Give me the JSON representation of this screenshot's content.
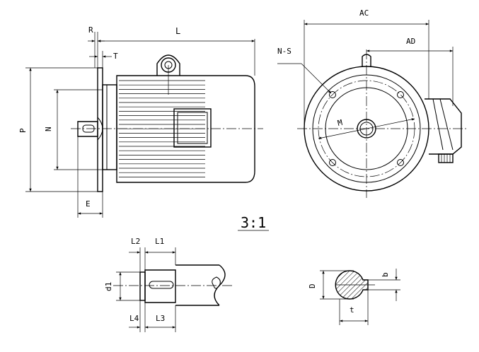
{
  "labels": {
    "R": "R",
    "L": "L",
    "T": "T",
    "P": "P",
    "N": "N",
    "E": "E",
    "AC": "AC",
    "AD": "AD",
    "NS": "N-S",
    "M": "M",
    "scale": "3:1",
    "L2": "L2",
    "L1": "L1",
    "d1": "d1",
    "L4": "L4",
    "L3": "L3",
    "D": "D",
    "b": "b",
    "t": "t"
  }
}
